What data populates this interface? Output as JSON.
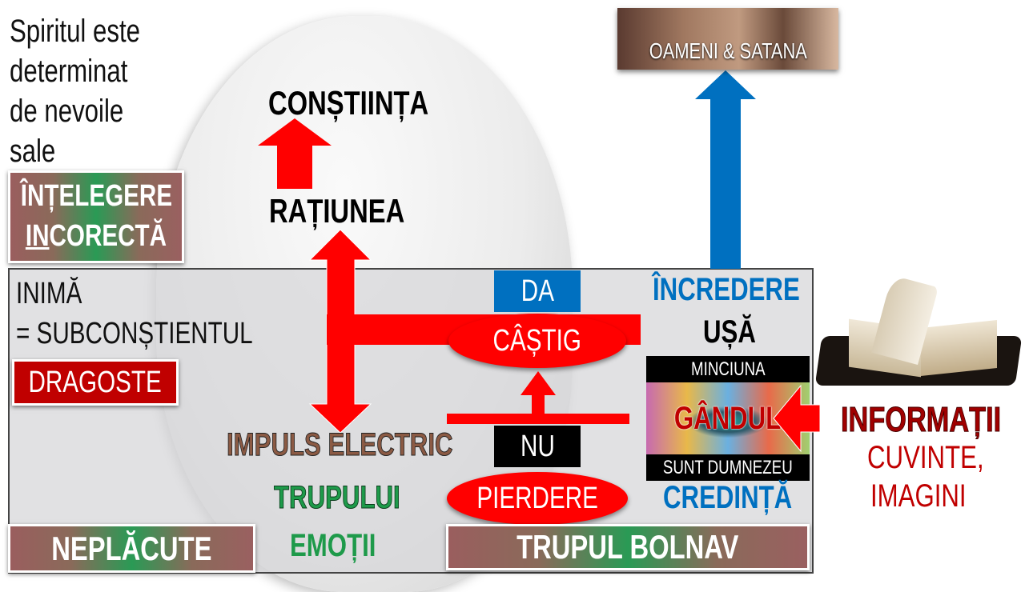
{
  "intro_text": [
    "Spiritul este",
    "determinat",
    "de nevoile",
    "sale"
  ],
  "understanding_box": {
    "line1": "ÎNȚELEGERE",
    "line2_underlined": "IN",
    "line2_rest": "CORECTĂ"
  },
  "conscience": "CONȘTIINȚA",
  "reason": "RAȚIUNEA",
  "heart": {
    "line1": "INIMĂ",
    "line2": "= SUBCONȘTIENTUL"
  },
  "love": "DRAGOSTE",
  "yes": "DA",
  "gain": "CÂȘTIG",
  "no": "NU",
  "loss": "PIERDERE",
  "trust": "ÎNCREDERE",
  "door": "UȘĂ",
  "lie": "MINCIUNA",
  "thought": "GÂNDUL",
  "i_am_god": "SUNT DUMNEZEU",
  "faith": "CREDINȚĂ",
  "electric_impulse": "IMPULS ELECTRIC",
  "body_of": "TRUPULUI",
  "emotions": "EMOȚII",
  "unpleasant": "NEPLĂCUTE",
  "sick_body": "TRUPUL BOLNAV",
  "people_satan": "OAMENI & SATANA",
  "information": {
    "title": "INFORMAȚII",
    "line2": "CUVINTE,",
    "line3": "IMAGINI"
  },
  "colors": {
    "red": "#ff0000",
    "blue": "#0070c0",
    "dark_red": "#c00000",
    "green": "#1e9a4a",
    "brown": "#8b5a44"
  }
}
